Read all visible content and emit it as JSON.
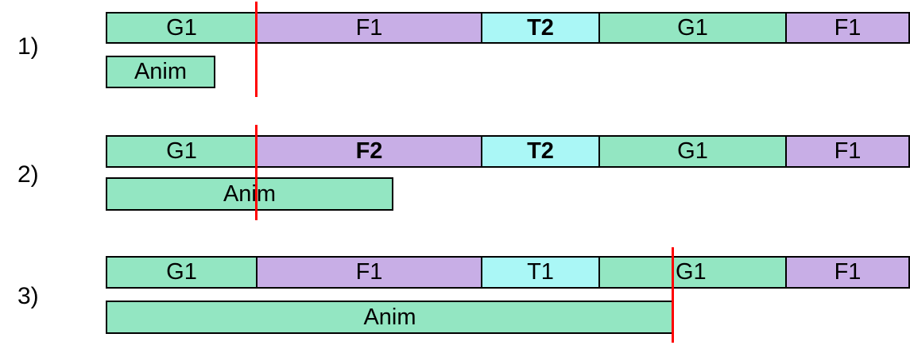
{
  "colors": {
    "G": "#93e6c2",
    "F": "#c8aee6",
    "T": "#aaf7f6",
    "Anim": "#93e6c2",
    "marker": "#ff0000"
  },
  "rows": [
    {
      "label": "1)",
      "segments": [
        {
          "text": "G1",
          "kind": "G",
          "bold": false
        },
        {
          "text": "F1",
          "kind": "F",
          "bold": false
        },
        {
          "text": "T2",
          "kind": "T",
          "bold": true
        },
        {
          "text": "G1",
          "kind": "G",
          "bold": false
        },
        {
          "text": "F1",
          "kind": "F",
          "bold": false
        }
      ],
      "anim": "Anim"
    },
    {
      "label": "2)",
      "segments": [
        {
          "text": "G1",
          "kind": "G",
          "bold": false
        },
        {
          "text": "F2",
          "kind": "F",
          "bold": true
        },
        {
          "text": "T2",
          "kind": "T",
          "bold": true
        },
        {
          "text": "G1",
          "kind": "G",
          "bold": false
        },
        {
          "text": "F1",
          "kind": "F",
          "bold": false
        }
      ],
      "anim": "Anim"
    },
    {
      "label": "3)",
      "segments": [
        {
          "text": "G1",
          "kind": "G",
          "bold": false
        },
        {
          "text": "F1",
          "kind": "F",
          "bold": false
        },
        {
          "text": "T1",
          "kind": "T",
          "bold": false
        },
        {
          "text": "",
          "kind": "G",
          "bold": false
        },
        {
          "text": "F1",
          "kind": "F",
          "bold": false
        }
      ],
      "anim": "Anim",
      "overlay": "G1"
    }
  ]
}
